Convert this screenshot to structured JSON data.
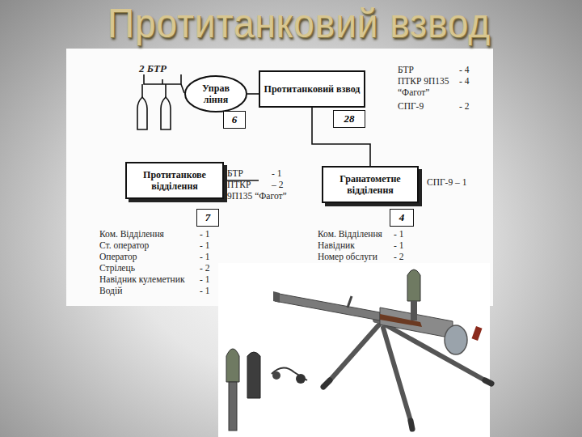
{
  "diagram": {
    "title": "Протитанковий взвод",
    "nodes": [
      {
        "text": [
          "Управ ління"
        ]
      },
      {
        "text": [
          "6"
        ]
      },
      {
        "text": [
          "Протитанковий взвод"
        ]
      },
      {
        "text": [
          "28"
        ]
      },
      {
        "text": [
          "Протитанкове відділення"
        ]
      },
      {
        "text": [
          "7"
        ]
      },
      {
        "text": [
          "Гранатометне відділення"
        ]
      },
      {
        "text": [
          "4"
        ]
      }
    ],
    "edges": [
      {
        "from": 2,
        "to": 0,
        "arrow": "none"
      },
      {
        "from": 2,
        "to": 4,
        "arrow": "none"
      },
      {
        "from": 2,
        "to": 6,
        "arrow": "none"
      }
    ],
    "labels": [
      "2 БТР",
      "БТР",
      "- 4",
      "ПТКР 9П135",
      "- 4",
      "“Фагот”",
      "СПГ-9",
      "- 2",
      "БТР",
      "- 1",
      "ПТКР",
      "– 2",
      "9П135 “Фагот”",
      "СПГ-9 – 1",
      "Ком. Відділення",
      "- 1",
      "Ст. оператор",
      "- 1",
      "Оператор",
      "- 1",
      "Стрілець",
      "- 2",
      "Навідник кулеметник",
      "- 1",
      "Водій",
      "- 1",
      "Ком. Відділення",
      "- 1",
      "Навідник",
      "- 1",
      "Номер обслуги",
      "- 2"
    ]
  }
}
